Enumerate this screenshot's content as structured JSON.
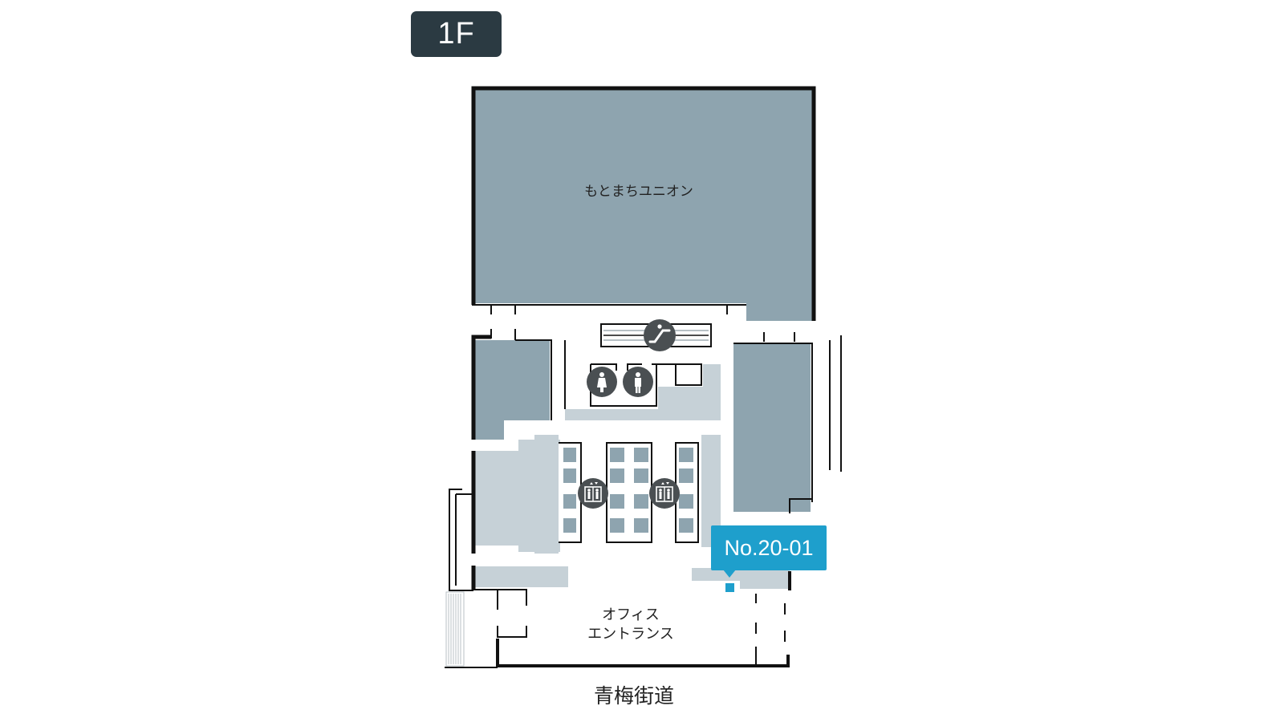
{
  "floor": {
    "label": "1F"
  },
  "areas": {
    "main_tenant": "もとまちユニオン",
    "entrance_line1": "オフィス",
    "entrance_line2": "エントランス"
  },
  "callout": {
    "label": "No.20-01"
  },
  "road": {
    "label": "青梅街道"
  },
  "icons": [
    "escalator-icon",
    "restroom-female-icon",
    "restroom-male-icon",
    "elevator-icon",
    "elevator-icon"
  ],
  "colors": {
    "tenant": "#8ea4af",
    "common": "#c6d1d7",
    "wall": "#111111",
    "badge": "#2b3a42",
    "highlight": "#1e9fcc",
    "icon_bg": "#4a4f52"
  }
}
